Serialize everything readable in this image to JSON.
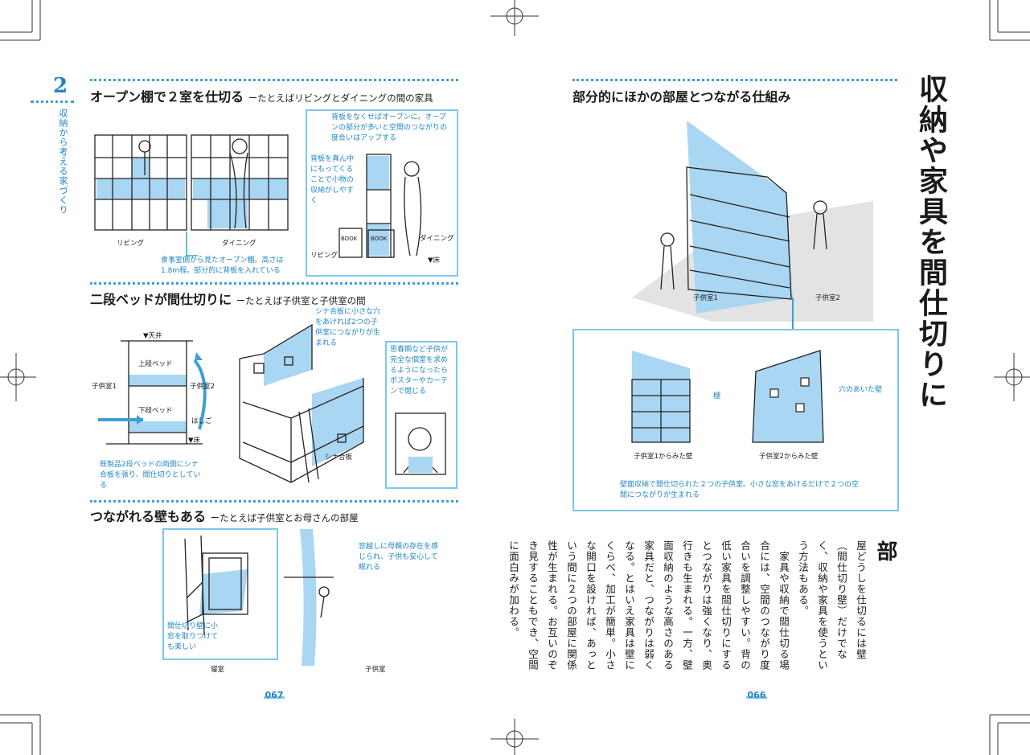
{
  "left_page": {
    "chapter_number": "2",
    "chapter_title": "収納から考える家づくり",
    "page_number": "067",
    "section1": {
      "title": "オープン棚で２室を仕切る",
      "subtitle": "ーたとえばリビングとダイニングの間の家具",
      "label_living": "リビング",
      "label_dining": "ダイニング",
      "caption_shelf": "食事室側から見たオープン棚。高さは1.8m程。部分的に背板を入れている",
      "note_back_open": "背板をなくせばオープンに。オープンの部分が多いと空間のつながりの度合いはアップする",
      "note_back_center": "背板を真ん中にもってくることで小物の収納がしやすく",
      "book1": "BOOK",
      "book2": "BOOK",
      "inset_living": "リビング",
      "inset_dining": "ダイニング",
      "inset_floor": "▼床"
    },
    "section2": {
      "title": "二段ベッドが間仕切りに",
      "subtitle": "ーたとえば子供室と子供室の間",
      "label_ceiling": "▼天井",
      "label_upper": "上段ベッド",
      "label_lower": "下段ベッド",
      "label_room1": "子供室1",
      "label_room2": "子供室2",
      "label_ladder": "はしご",
      "label_floor": "▼床",
      "note_readymade": "既製品2段ベッドの両側にシナ合板を張り、間仕切りとしている",
      "note_small_hole": "シナ合板に小さな穴をあければ2つの子供室につながりが生まれる",
      "label_plywood": "シナ合板",
      "note_adolescence": "思春期など子供が完全な個室を求めるようになったらポスターやカーテンで閉じる"
    },
    "section3": {
      "title": "つながれる壁もある",
      "subtitle": "ーたとえば子供室とお母さんの部屋",
      "note_mother": "窓越しに母親の存在を感じられ、子供も安心して眠れる",
      "note_partition": "間仕切り壁に小窓を取りつけても楽しい",
      "label_bedroom": "寝室",
      "label_childroom": "子供室"
    }
  },
  "right_page": {
    "page_number": "066",
    "section_title": "部分的にほかの部屋とつながる仕組み",
    "vertical_title": "収納や家具を間仕切りに",
    "label_room1": "子供室1",
    "label_room2": "子供室2",
    "label_shelf": "棚",
    "label_hole_wall": "穴のあいた壁",
    "view1": "子供室1からみた壁",
    "view2": "子供室2からみた壁",
    "caption": "壁面収納で間仕切られた２つの子供室。小さな窓をあけるだけで２つの空間につながりが生まれる",
    "body_initial": "部",
    "body_text": "屋どうしを仕切るには壁（間仕切り壁）だけでなく、収納や家具を使うという方法もある。\n　家具や収納で間仕切る場合には、空間のつながり度合いを調整しやすい。背の低い家具を間仕切りにするとつながりは強くなり、奥行きも生まれる。一方、壁面収納のような高さのある家具だと、つながりは弱くなる。とはいえ家具は壁にくらべ、加工が簡単。小さな開口を設ければ、あっという間に２つの部屋に関係性が生まれる。お互いのぞき見することもでき、空間に面白みが加わる。"
  },
  "colors": {
    "accent": "#3aa0d6",
    "fill": "#a9d6f2",
    "box_border": "#7cc8ec",
    "note_text": "#1f86c6"
  }
}
